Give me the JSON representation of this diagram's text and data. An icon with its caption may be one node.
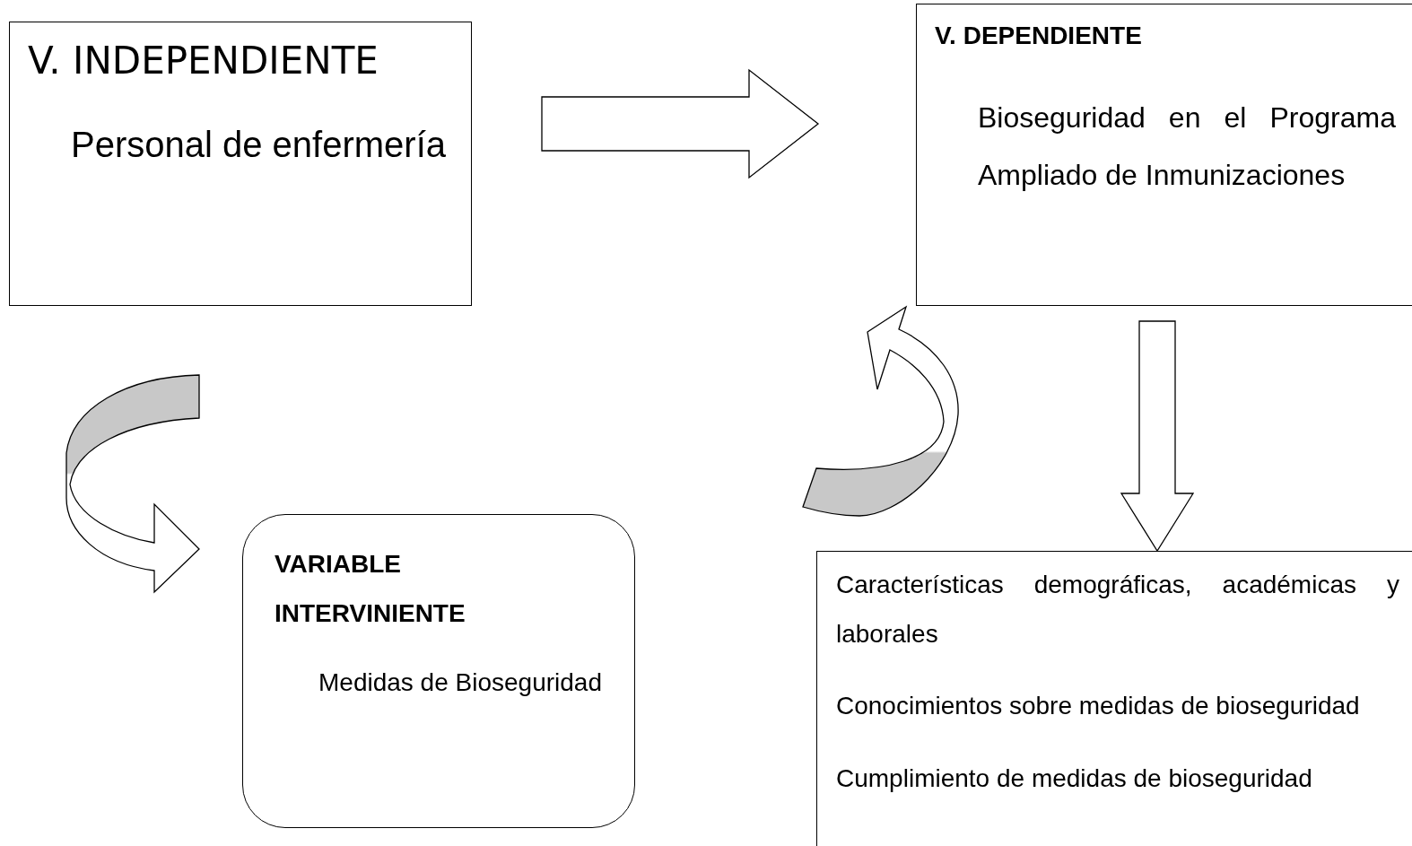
{
  "diagram": {
    "nodes": [
      {
        "text": [
          "V. INDEPENDIENTE",
          "Personal de enfermería"
        ]
      },
      {
        "text": [
          "V. DEPENDIENTE",
          "Bioseguridad en el Programa Ampliado de Inmunizaciones"
        ]
      },
      {
        "text": [
          "VARIABLE INTERVINIENTE",
          "Medidas de Bioseguridad"
        ]
      },
      {
        "text": [
          "Características demográficas, académicas y laborales",
          "Conocimientos sobre medidas de bioseguridad",
          "Cumplimiento de medidas de bioseguridad"
        ]
      }
    ],
    "edges": [
      {
        "from": 0,
        "to": 1,
        "arrow": "to"
      },
      {
        "from": 1,
        "to": 3,
        "arrow": "to"
      },
      {
        "from": 0,
        "to": 2,
        "arrow": "to"
      },
      {
        "from": null,
        "to": 1,
        "arrow": "to"
      }
    ]
  }
}
